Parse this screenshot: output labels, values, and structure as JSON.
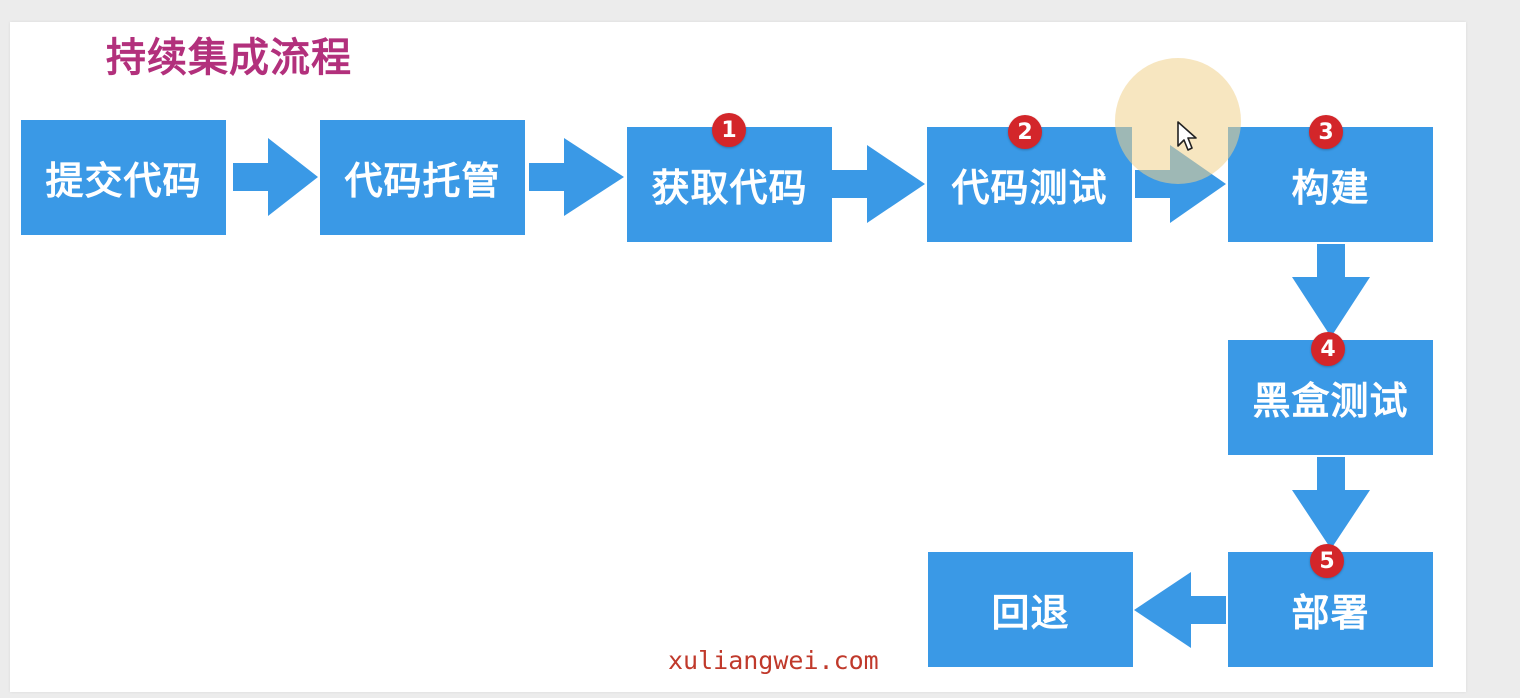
{
  "title": "持续集成流程",
  "nodes": {
    "commit": "提交代码",
    "hosting": "代码托管",
    "fetch": "获取代码",
    "code_test": "代码测试",
    "build": "构建",
    "blackbox_test": "黑盒测试",
    "deploy": "部署",
    "rollback": "回退"
  },
  "steps": {
    "fetch": "1",
    "code_test": "2",
    "build": "3",
    "blackbox_test": "4",
    "deploy": "5"
  },
  "footer": "xuliangwei.com",
  "colors": {
    "box": "#3a99e6",
    "arrow": "#3a99e6",
    "badge": "#d3262a",
    "title": "#b2307c",
    "footer": "#c0392b"
  },
  "icons": [
    "mouse-cursor-icon"
  ]
}
